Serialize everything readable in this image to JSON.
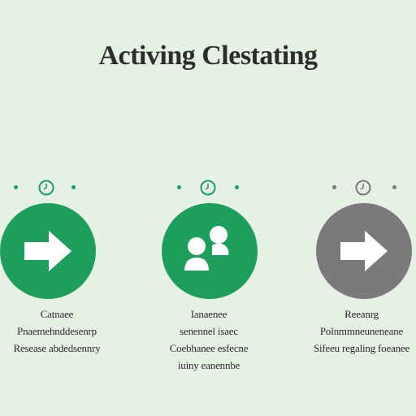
{
  "title": "Activing Clestating",
  "colors": {
    "background": "#e6f0e4",
    "green": "#1e9e5c",
    "gray": "#7a7a7a",
    "text": "#2b2f2b"
  },
  "steps": [
    {
      "icon": "arrow-right-icon",
      "status": "active",
      "caption": [
        "Catnaee",
        "Pnaemehnddesenrp",
        "Resease abdedsennry"
      ]
    },
    {
      "icon": "people-icon",
      "status": "active",
      "caption": [
        "Ianaenee",
        "senennel isaec",
        "Coebhanee esfecne",
        "iuiny eanennbe"
      ]
    },
    {
      "icon": "arrow-right-icon",
      "status": "inactive",
      "caption": [
        "Reeanrg",
        "Polnmmneuneneane",
        "Sifeeu regaling foeanee"
      ]
    }
  ]
}
